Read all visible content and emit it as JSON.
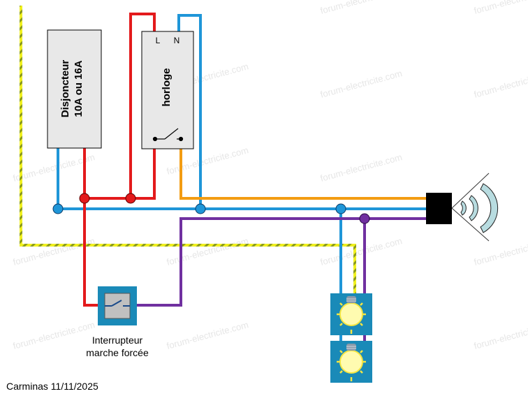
{
  "diagram": {
    "components": {
      "breaker": {
        "label_line1": "Disjoncteur",
        "label_line2": "10A ou 16A"
      },
      "timer": {
        "label": "horloge",
        "terminal_l": "L",
        "terminal_n": "N"
      },
      "switch": {
        "label_line1": "Interrupteur",
        "label_line2": "marche forcée"
      },
      "sensor": {
        "icon": "motion-sensor-icon"
      },
      "lamps": [
        {
          "icon": "light-bulb-icon"
        },
        {
          "icon": "light-bulb-icon"
        }
      ]
    },
    "wire_colors": {
      "phase": "#e31a1c",
      "neutral": "#1f96d8",
      "switched": "#f39c12",
      "return": "#7030a0",
      "earth": "#f0f020"
    },
    "signature": "Carminas 11/11/2025",
    "watermark": "forum-electricite.com"
  }
}
